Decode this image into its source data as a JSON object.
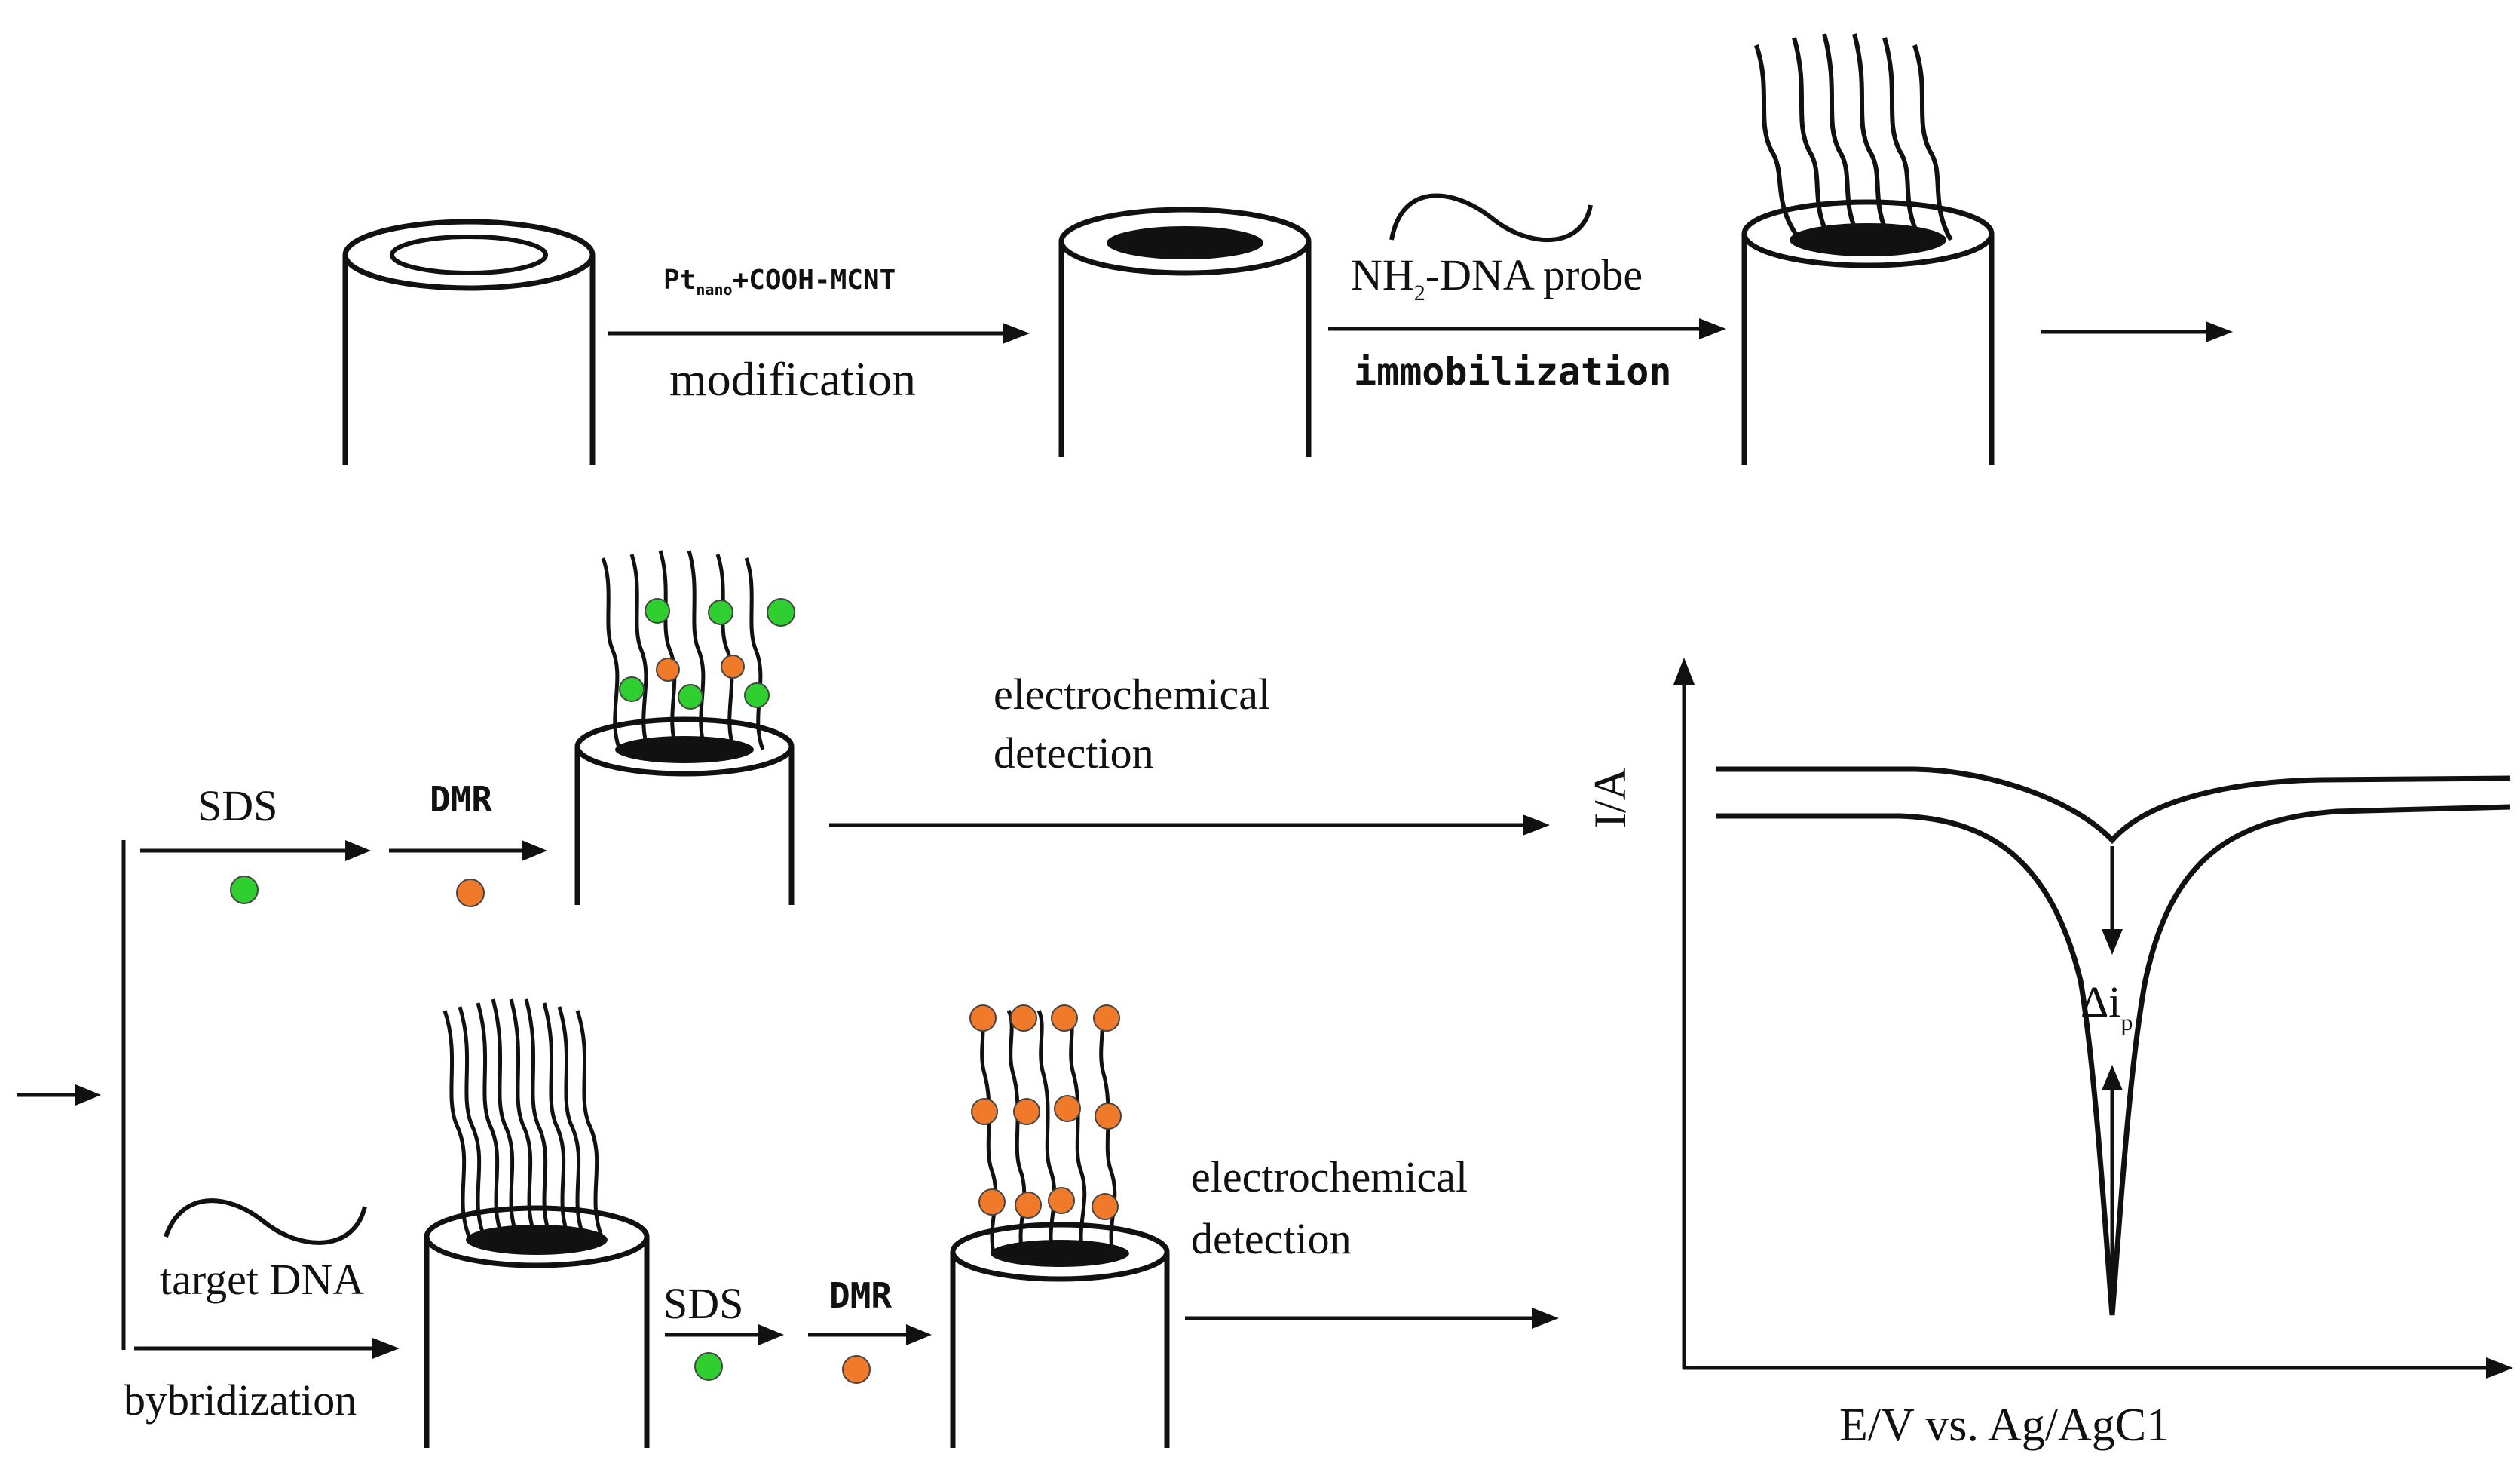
{
  "diagram": {
    "step1": {
      "reagent_label": "Pt",
      "reagent_subscript": "nano",
      "reagent_suffix": "+COOH-MCNT",
      "action_label": "modification"
    },
    "step2": {
      "reagent_main": "NH",
      "reagent_subscript": "2",
      "reagent_suffix": "-DNA probe",
      "action_label": "immobilization"
    },
    "branch_top": {
      "sds_label": "SDS",
      "dmr_label": "DMR",
      "detection_line1": "electrochemical",
      "detection_line2": "detection"
    },
    "branch_bottom": {
      "target_label": "target DNA",
      "hybrid_label": "bybridization",
      "sds_label": "SDS",
      "dmr_label": "DMR",
      "detection_line1": "electrochemical",
      "detection_line2": "detection"
    },
    "graph": {
      "y_axis_label": "I/A",
      "x_axis_label": "E/V vs. Ag/AgC1",
      "delta_label": "Δi",
      "delta_subscript": "p"
    },
    "colors": {
      "sds_dot": "#2fcf2f",
      "dmr_dot": "#f07a2a",
      "ink": "#111111"
    }
  }
}
